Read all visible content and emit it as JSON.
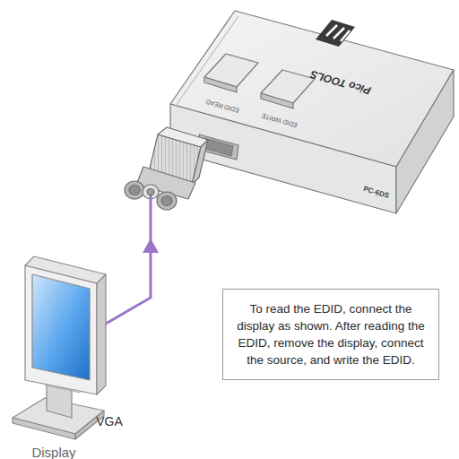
{
  "diagram": {
    "nodes": [
      {
        "text": [
          "To read the EDID, connect the display as shown. After reading the EDID, remove the display, connect the source, and write the EDID."
        ]
      }
    ],
    "labels": [
      "Pico TOOLS",
      "EDID READ",
      "EDID WRITE",
      "PC-6DS",
      "VGA",
      "Display"
    ]
  }
}
